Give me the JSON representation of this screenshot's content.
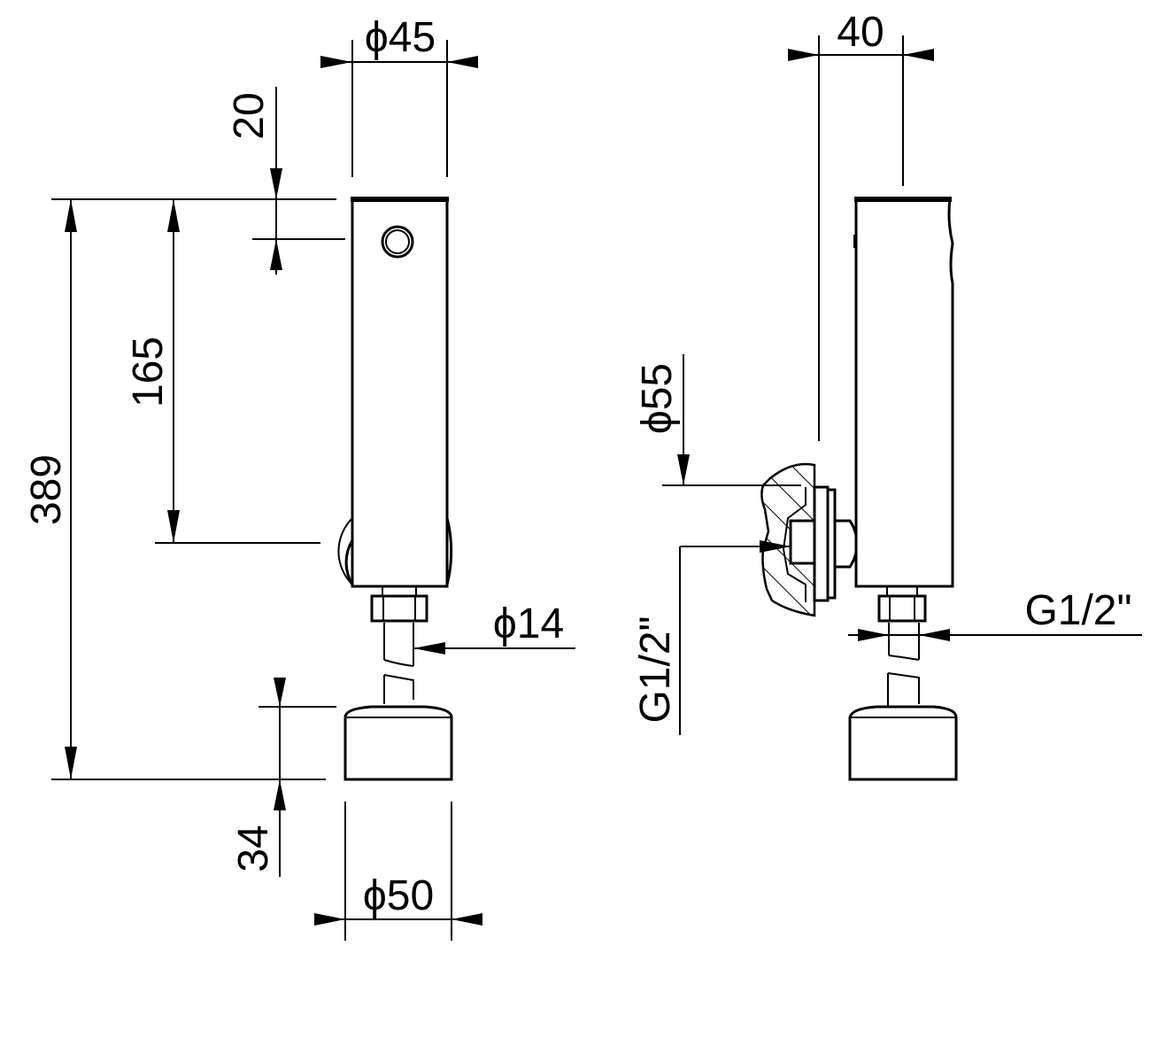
{
  "front_view": {
    "dia_top": "ϕ45",
    "top_offset": "20",
    "height_total": "389",
    "height_upper": "165",
    "dia_pipe": "ϕ14",
    "base_height": "34",
    "dia_base": "ϕ50"
  },
  "side_view": {
    "depth": "40",
    "dia_rosette": "ϕ55",
    "thread_inlet": "G1/2\"",
    "thread_outlet": "G1/2\""
  }
}
